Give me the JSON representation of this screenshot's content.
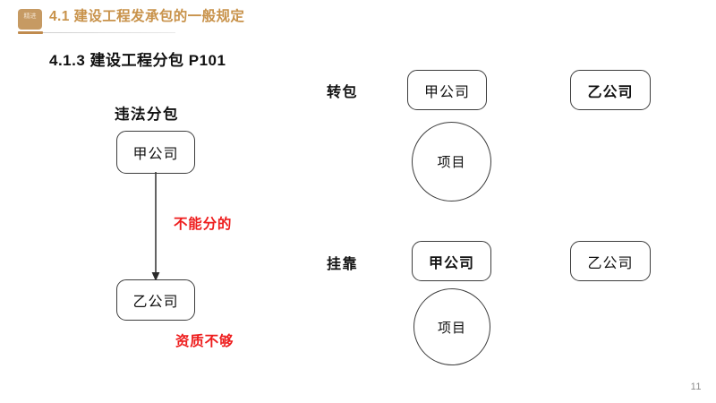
{
  "header": {
    "icon_name": "book-badge-icon",
    "icon_glyph": "精进",
    "title": "4.1 建设工程发承包的一般规定",
    "accent_color": "#c8924a",
    "icon_color": "#c69a63"
  },
  "subtitle": "4.1.3 建设工程分包 P101",
  "left_diagram": {
    "title": "违法分包",
    "top_node": "甲公司",
    "bottom_node": "乙公司",
    "arrow_note": "不能分的",
    "bottom_note": "资质不够",
    "note_color": "#ee1c1c"
  },
  "right_diagram": {
    "rows": [
      {
        "label": "转包",
        "left_node": {
          "text": "甲公司",
          "bold": false
        },
        "right_node": {
          "text": "乙公司",
          "bold": true
        },
        "circle": "项目"
      },
      {
        "label": "挂靠",
        "left_node": {
          "text": "甲公司",
          "bold": true
        },
        "right_node": {
          "text": "乙公司",
          "bold": false
        },
        "circle": "项目"
      }
    ]
  },
  "page_number": "11"
}
